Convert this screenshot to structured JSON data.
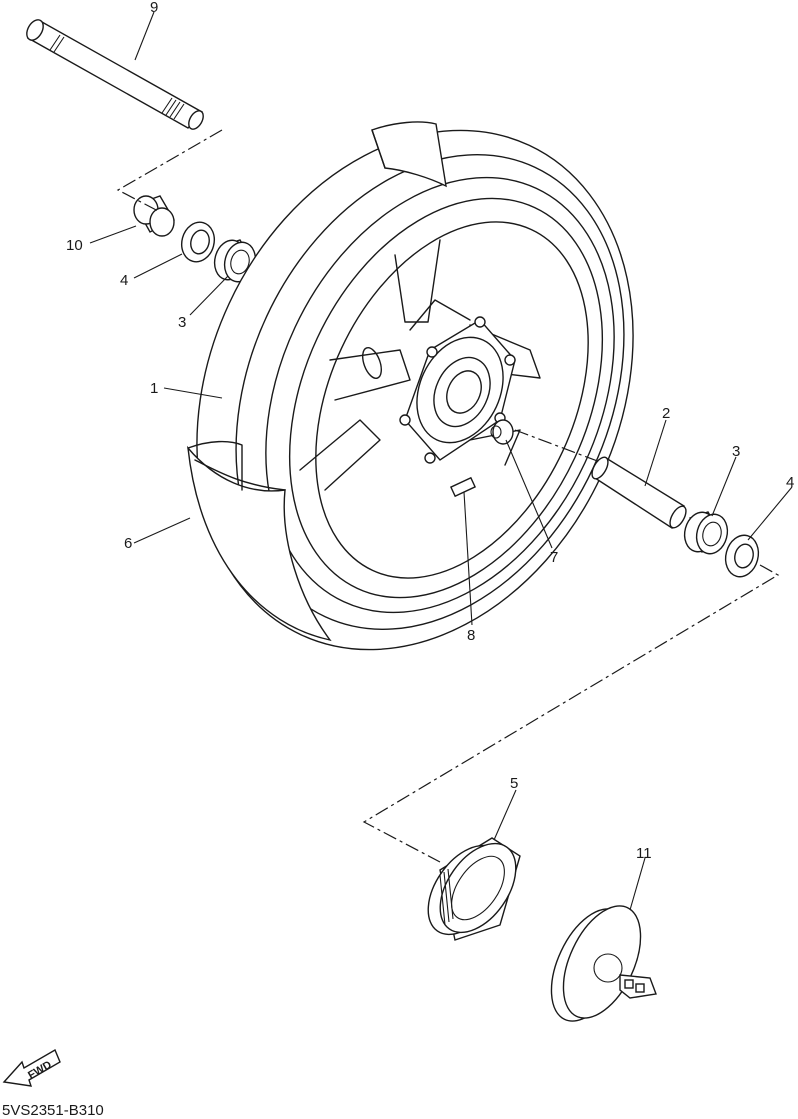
{
  "callouts": {
    "c1": "1",
    "c2": "2",
    "c3a": "3",
    "c3b": "3",
    "c4a": "4",
    "c4b": "4",
    "c5": "5",
    "c6": "6",
    "c7": "7",
    "c8": "8",
    "c9": "9",
    "c10": "10",
    "c11": "11"
  },
  "fwd_label": "FWD",
  "diagram_code": "5VS2351-B310"
}
